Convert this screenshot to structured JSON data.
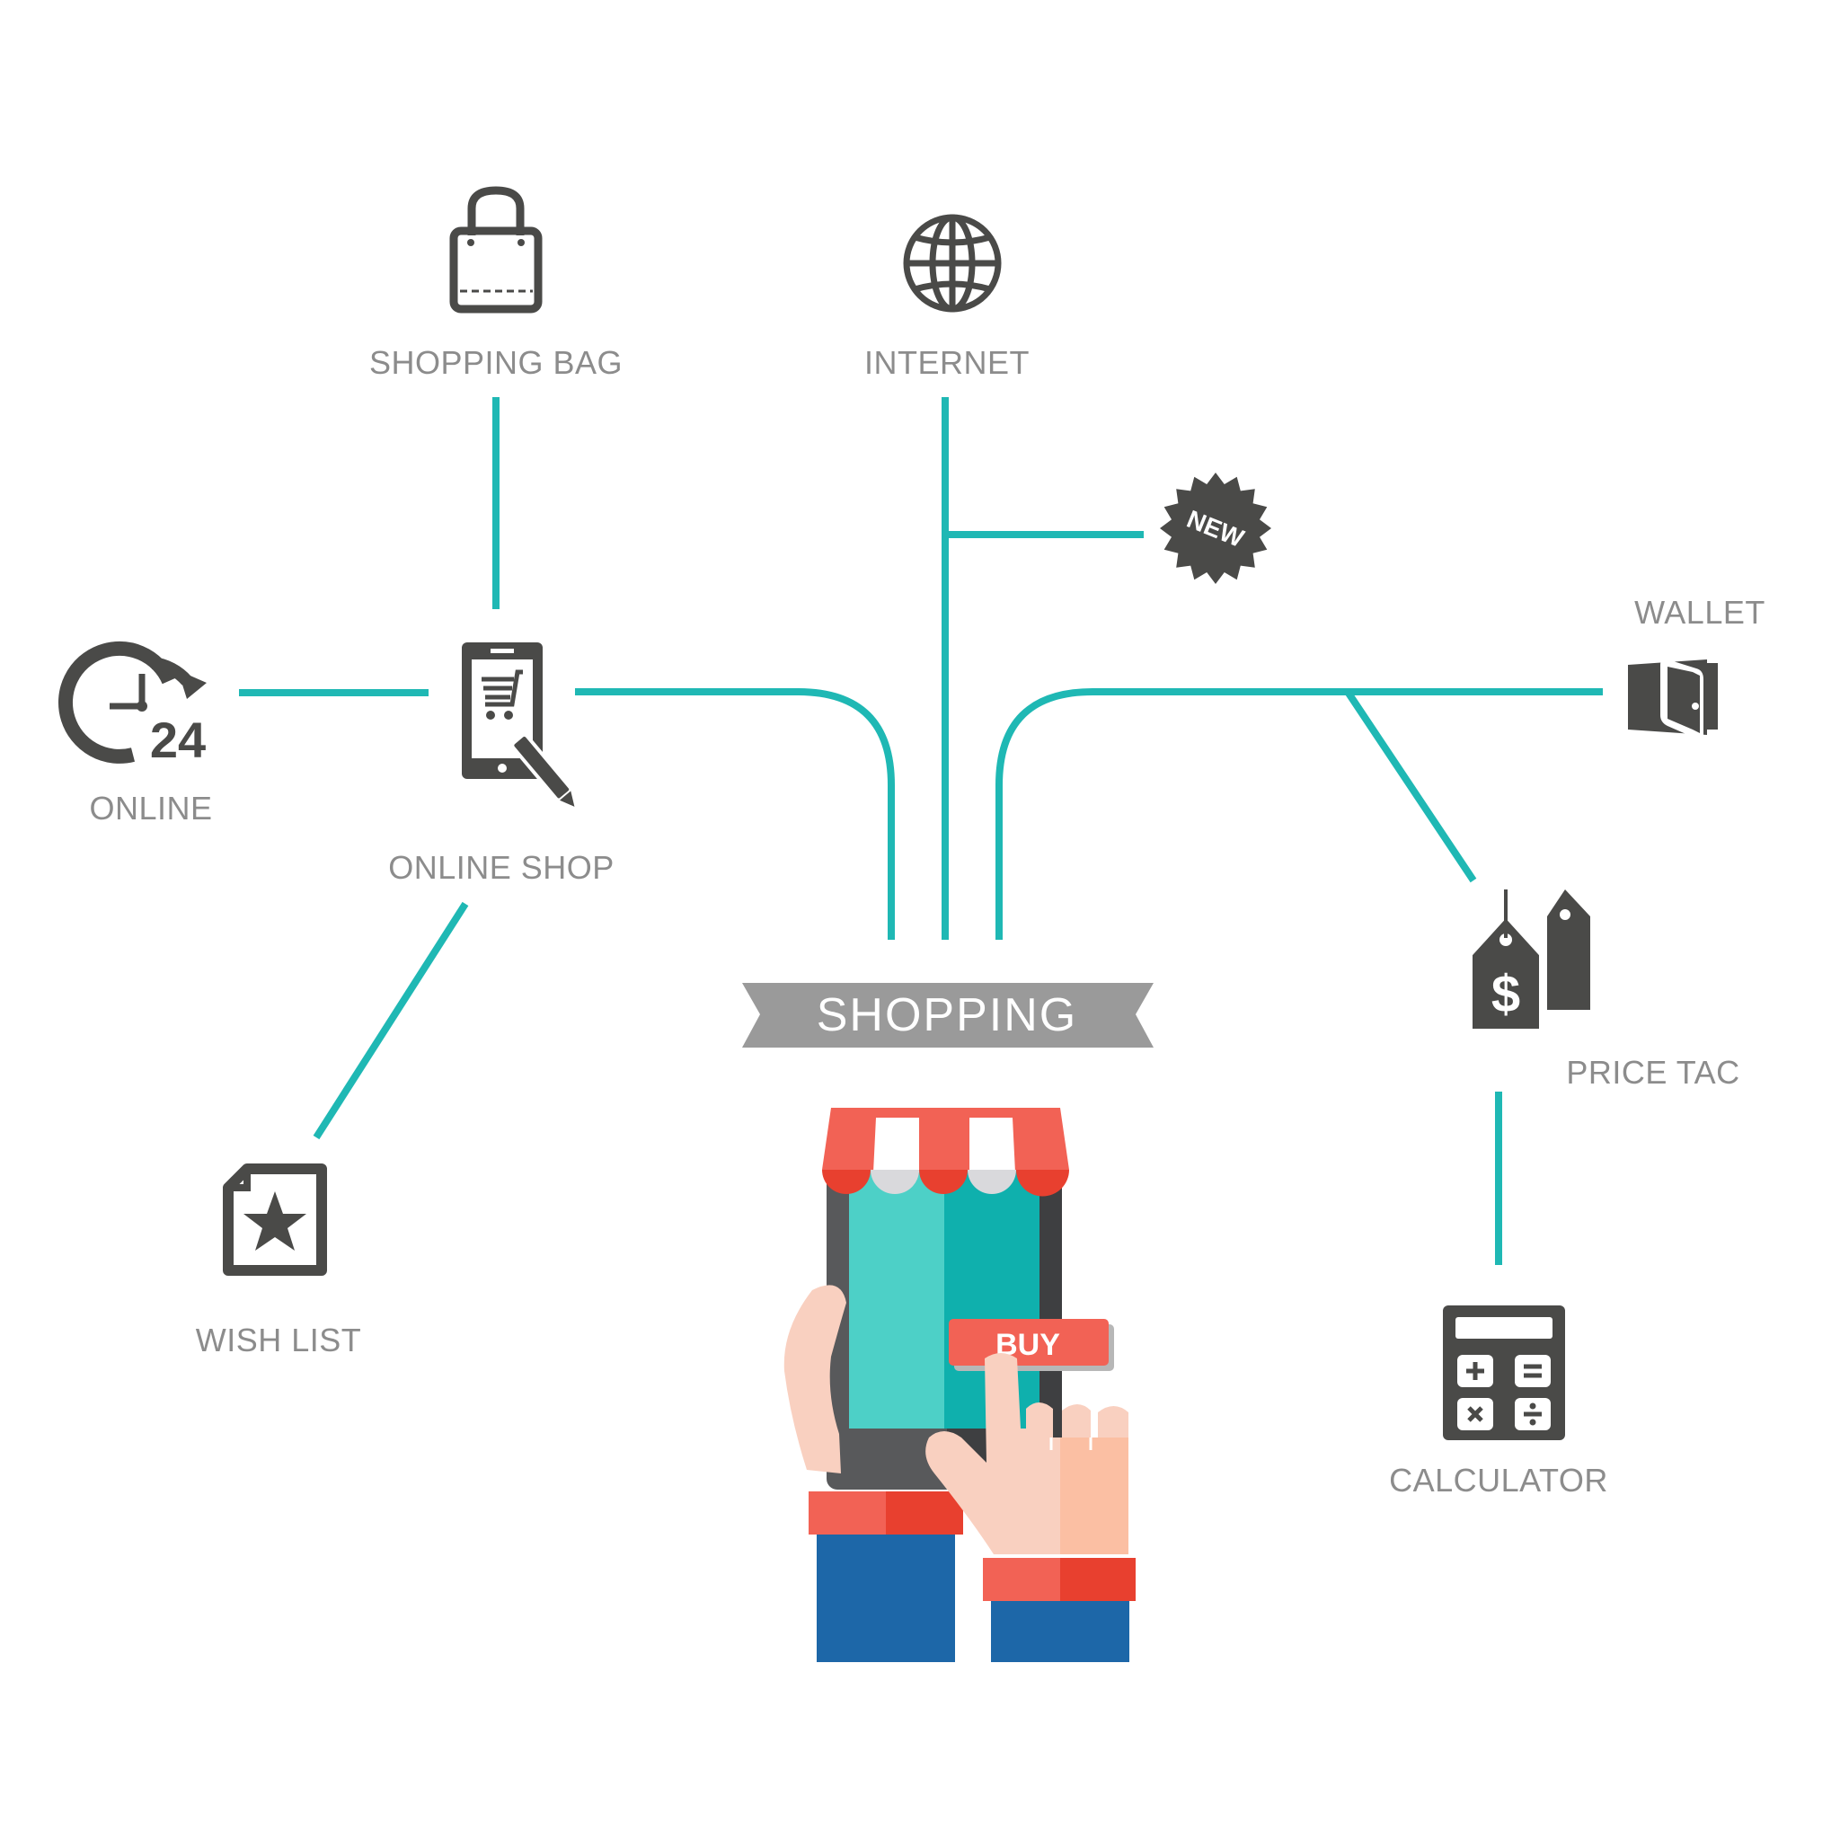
{
  "diagram": {
    "center_label": "SHOPPING",
    "buy_label": "BUY",
    "new_badge": "NEW",
    "nodes": {
      "shopping_bag": "SHOPPING BAG",
      "internet": "INTERNET",
      "wallet": "WALLET",
      "online": "ONLINE",
      "online_shop": "ONLINE SHOP",
      "price_tag": "PRICE TAC",
      "wish_list": "WISH LIST",
      "calculator": "CALCULATOR"
    },
    "clock_number": "24",
    "dollar_sign": "$"
  },
  "colors": {
    "connector": "#1fb8b4",
    "icon": "#4a4a48",
    "label": "#8c8c8c",
    "banner": "#9a9a9a",
    "awning_red": "#f26255",
    "screen_teal": "#4dd0c7",
    "sleeve_blue": "#1d67a8",
    "skin": "#f9d0c0"
  },
  "icons": [
    "shopping-bag-icon",
    "globe-icon",
    "new-badge-icon",
    "wallet-icon",
    "clock-24-icon",
    "tablet-cart-icon",
    "price-tag-icon",
    "wish-list-icon",
    "calculator-icon",
    "shop-phone-illustration"
  ]
}
